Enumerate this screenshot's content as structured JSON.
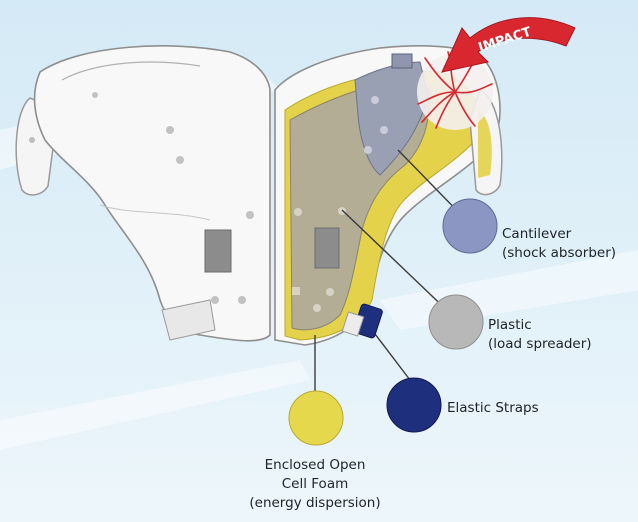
{
  "impact_label": "IMPACT",
  "callouts": {
    "cantilever": {
      "line1": "Cantilever",
      "line2": "(shock absorber)",
      "color": "#8b97c2"
    },
    "plastic": {
      "line1": "Plastic",
      "line2": "(load spreader)",
      "color": "#b8b8b8"
    },
    "elastic": {
      "line1": "Elastic Straps",
      "color": "#1e2f7e"
    },
    "foam": {
      "line1": "Enclosed Open",
      "line2": "Cell Foam",
      "line3": "(energy dispersion)",
      "color": "#e6d84d"
    }
  },
  "colors": {
    "background_top": "#d9ecf7",
    "background_bottom": "#eaf5fb",
    "pad_shell": "#f7f7f7",
    "pad_outline": "#9a9a9a",
    "arrow": "#d8272f",
    "foam": "#e3d24a",
    "plastic": "#b4b09a",
    "cantilever": "#9aa0b4"
  }
}
